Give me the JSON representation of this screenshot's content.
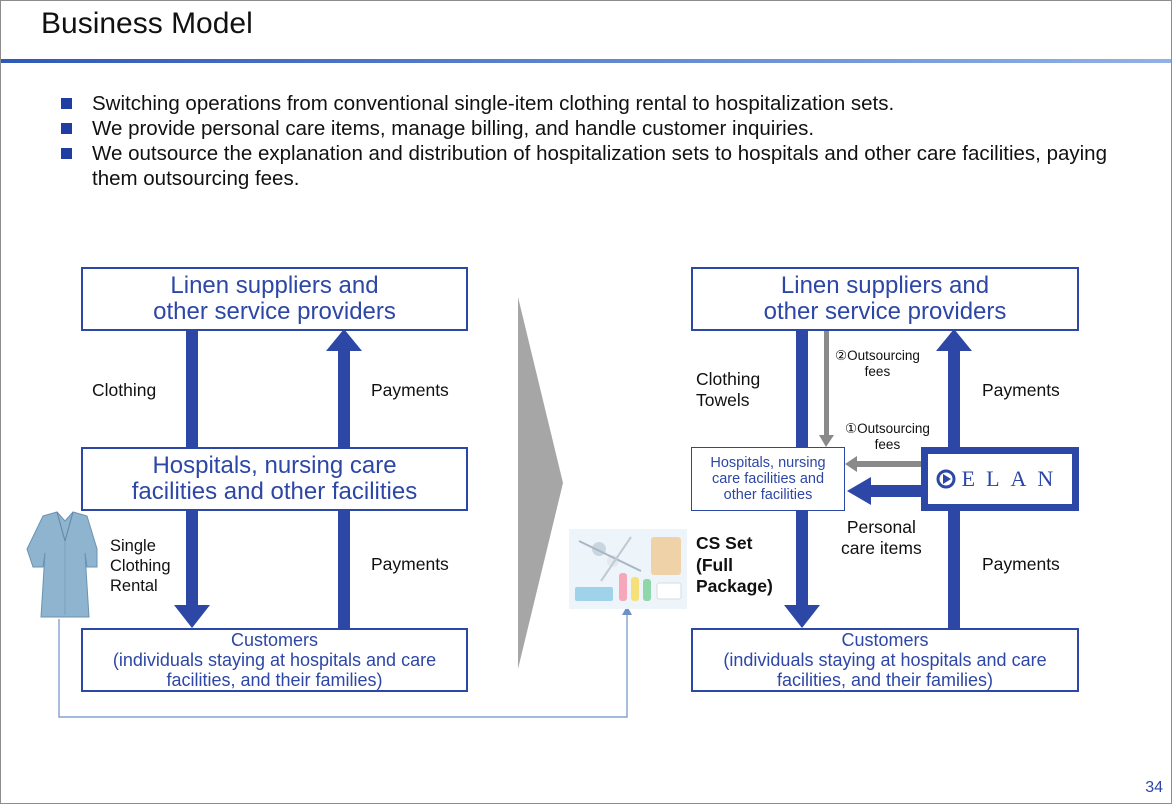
{
  "title": "Business Model",
  "bullets": [
    "Switching operations from conventional single-item clothing rental to hospitalization sets.",
    "We provide personal care items, manage billing, and handle customer inquiries.",
    "We outsource the explanation and distribution of hospitalization sets to hospitals and other care facilities, paying them outsourcing fees."
  ],
  "left": {
    "suppliers": [
      "Linen suppliers and",
      "other service providers"
    ],
    "facilities": [
      "Hospitals, nursing care",
      "facilities and other facilities"
    ],
    "customers": [
      "Customers",
      "(individuals staying at hospitals and care",
      "facilities, and their families)"
    ],
    "clothing": "Clothing",
    "payments_top": "Payments",
    "single_rental": "Single\nClothing\nRental",
    "payments_bottom": "Payments"
  },
  "right": {
    "suppliers": [
      "Linen suppliers and",
      "other service providers"
    ],
    "facilities": [
      "Hospitals, nursing",
      "care facilities and",
      "other facilities"
    ],
    "customers": [
      "Customers",
      "(individuals staying at hospitals and care",
      "facilities, and their families)"
    ],
    "clothing_towels": "Clothing\nTowels",
    "fees2": "②Outsourcing\nfees",
    "fees1": "①Outsourcing\nfees",
    "payments_top": "Payments",
    "personal_care": "Personal\ncare items",
    "payments_bottom": "Payments",
    "logo": "ELAN"
  },
  "cs_set": "CS Set\n(Full\nPackage)",
  "page_number": "34",
  "colors": {
    "primary": "#2d47a6",
    "arrow_gray": "#8a8a8a",
    "chevron": "#a6a6a6",
    "connector": "#6f8fc9"
  }
}
